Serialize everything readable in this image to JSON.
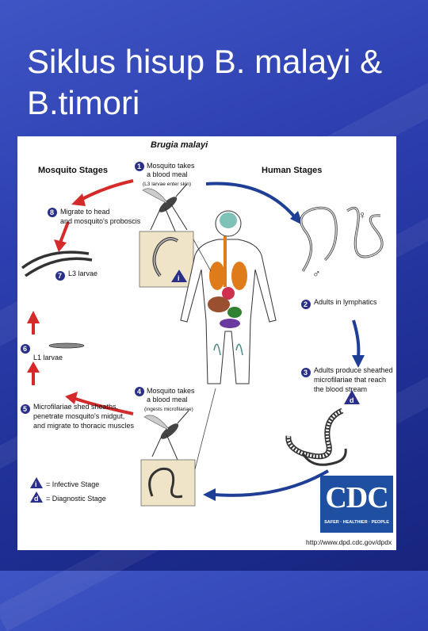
{
  "slide": {
    "title": "Siklus hisup B. malayi & B.timori"
  },
  "diagram": {
    "heading": "Brugia malayi",
    "mosquito_stages": "Mosquito Stages",
    "human_stages": "Human Stages",
    "steps": [
      {
        "num": "1",
        "line1": "Mosquito takes",
        "line2": "a blood meal",
        "line3": "(L3 larvae enter skin)"
      },
      {
        "num": "2",
        "line1": "Adults in lymphatics",
        "line2": "",
        "line3": ""
      },
      {
        "num": "3",
        "line1": "Adults produce sheathed",
        "line2": "microfilariae that reach",
        "line3": "the blood stream"
      },
      {
        "num": "4",
        "line1": "Mosquito takes",
        "line2": "a blood meal",
        "line3": "(ingests microfilariae)"
      },
      {
        "num": "5",
        "line1": "Microfilariae shed sheaths,",
        "line2": "penetrate mosquito's midgut,",
        "line3": "and migrate to thoracic muscles"
      },
      {
        "num": "6",
        "line1": "L1 larvae",
        "line2": "",
        "line3": ""
      },
      {
        "num": "7",
        "line1": "L3 larvae",
        "line2": "",
        "line3": ""
      },
      {
        "num": "8",
        "line1": "Migrate to head",
        "line2": "and mosquito's proboscis",
        "line3": ""
      }
    ],
    "legend": [
      {
        "symbol": "i",
        "text": "= Infective Stage"
      },
      {
        "symbol": "d",
        "text": "= Diagnostic Stage"
      }
    ],
    "female_symbol": "♀",
    "male_symbol": "♂",
    "cdc_logo": "CDC",
    "cdc_tagline": "SAFER · HEALTHIER · PEOPLE",
    "url": "http://www.dpd.cdc.gov/dpdx",
    "colors": {
      "red_arrow": "#d42a2a",
      "blue_arrow": "#1f3f96",
      "badge": "#2a2f8a",
      "cdc_blue": "#1f4fa0"
    }
  }
}
